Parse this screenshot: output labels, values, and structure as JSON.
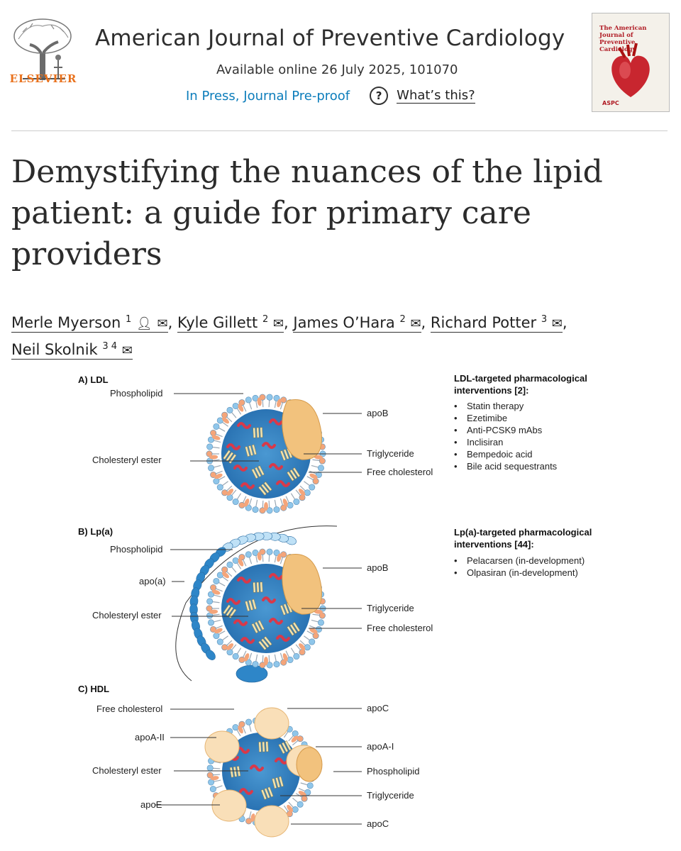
{
  "header": {
    "publisher": "ELSEVIER",
    "journal_title": "American Journal of Preventive Cardiology",
    "available": "Available online 26 July 2025, 101070",
    "status": "In Press, Journal Pre-proof",
    "whats_this": "What’s this?",
    "cover_title": "The American Journal of Preventive Cardiology",
    "cover_badge": "ASPC"
  },
  "article": {
    "title": "Demystifying the nuances of the lipid patient: a guide for primary care providers",
    "authors": [
      {
        "name": "Merle Myerson",
        "sup": "1",
        "icons": "person,mail"
      },
      {
        "name": "Kyle Gillett",
        "sup": "2",
        "icons": "mail"
      },
      {
        "name": "James O’Hara",
        "sup": "2",
        "icons": "mail"
      },
      {
        "name": "Richard Potter",
        "sup": "3",
        "icons": "mail"
      },
      {
        "name": "Neil Skolnik",
        "sup": "3 4",
        "icons": "mail"
      }
    ],
    "separator": ","
  },
  "figure": {
    "panel_a": {
      "label": "A)  LDL",
      "phospholipid": "Phospholipid",
      "cholesteryl_ester": "Cholesteryl ester",
      "apob": "apoB",
      "triglyceride": "Triglyceride",
      "free_cholesterol": "Free cholesterol",
      "interventions_title_1": "LDL-targeted pharmacological",
      "interventions_title_2": "interventions [2]:",
      "interventions": [
        "Statin therapy",
        "Ezetimibe",
        "Anti-PCSK9 mAbs",
        "Inclisiran",
        "Bempedoic acid",
        "Bile acid sequestrants"
      ]
    },
    "panel_b": {
      "label": "B) Lp(a)",
      "phospholipid": "Phospholipid",
      "apoa": "apo(a)",
      "cholesteryl_ester": "Cholesteryl ester",
      "apob": "apoB",
      "triglyceride": "Triglyceride",
      "free_cholesterol": "Free cholesterol",
      "interventions_title_1": "Lp(a)-targeted pharmacological",
      "interventions_title_2": "interventions [44]:",
      "interventions": [
        "Pelacarsen (in-development)",
        "Olpasiran (in-development)"
      ]
    },
    "panel_c": {
      "label": "C) HDL",
      "free_cholesterol": "Free cholesterol",
      "apoa2": "apoA-II",
      "cholesteryl_ester": "Cholesteryl ester",
      "apoe": "apoE",
      "apoc_top": "apoC",
      "apoa1": "apoA-I",
      "phospholipid": "Phospholipid",
      "triglyceride": "Triglyceride",
      "apoc_bottom": "apoC"
    },
    "colors": {
      "core": "#2f7fbf",
      "shell": "#8fc6ea",
      "phospholipid_orange": "#f4a57a",
      "apob": "#f2c27d",
      "ester": "#d8394a",
      "apoa": "#2e86c8",
      "hdl_protein": "#f9dfb8"
    }
  }
}
